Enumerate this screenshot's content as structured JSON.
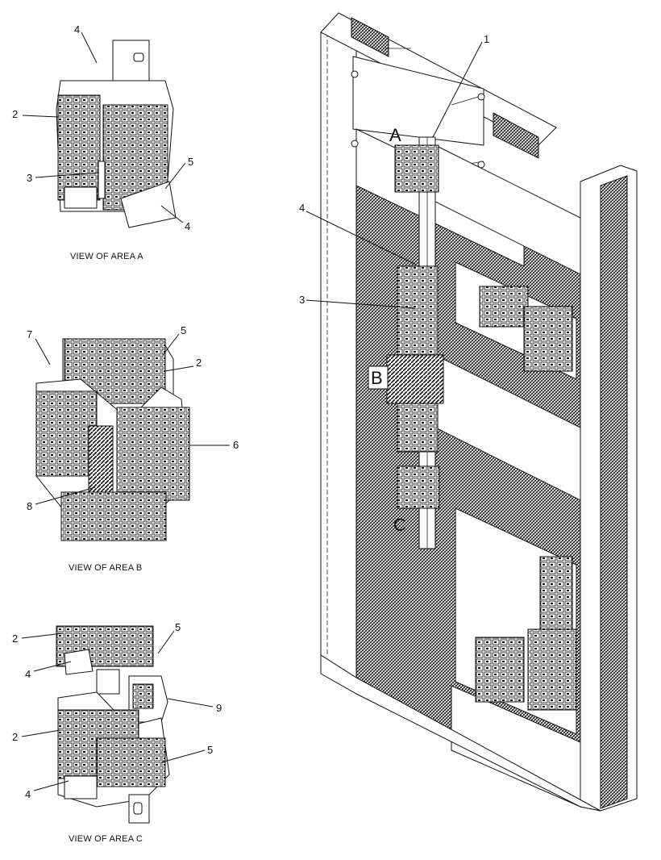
{
  "area_a": {
    "caption": "VIEW OF AREA  A",
    "callouts": [
      "4",
      "2",
      "3",
      "5",
      "4"
    ]
  },
  "area_b": {
    "caption": "VIEW OF AREA  B",
    "callouts": [
      "7",
      "5",
      "2",
      "6",
      "8"
    ]
  },
  "area_c": {
    "caption": "VIEW OF AREA  C",
    "callouts": [
      "2",
      "5",
      "4",
      "9",
      "2",
      "5",
      "4"
    ]
  },
  "main": {
    "area_markers": [
      "A",
      "B",
      "C"
    ],
    "callouts": [
      "1",
      "4",
      "3"
    ]
  }
}
